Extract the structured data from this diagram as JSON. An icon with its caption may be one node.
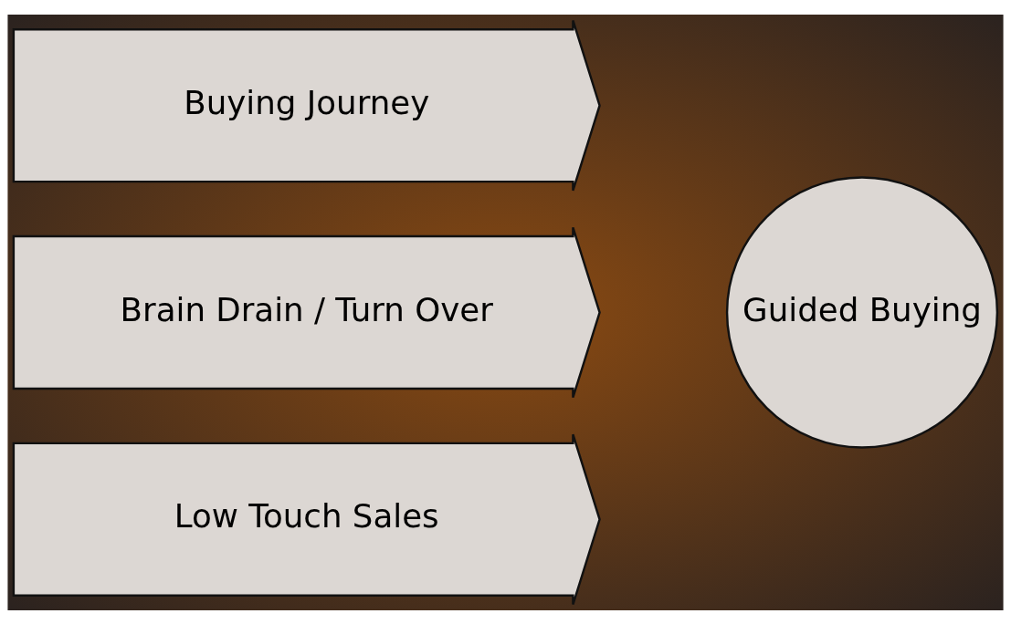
{
  "diagram": {
    "nodes": [
      {
        "text": [
          "Buying Journey"
        ]
      },
      {
        "text": [
          "Brain Drain / Turn Over"
        ]
      },
      {
        "text": [
          "Low Touch Sales"
        ]
      },
      {
        "text": [
          "Guided Buying"
        ]
      }
    ]
  }
}
